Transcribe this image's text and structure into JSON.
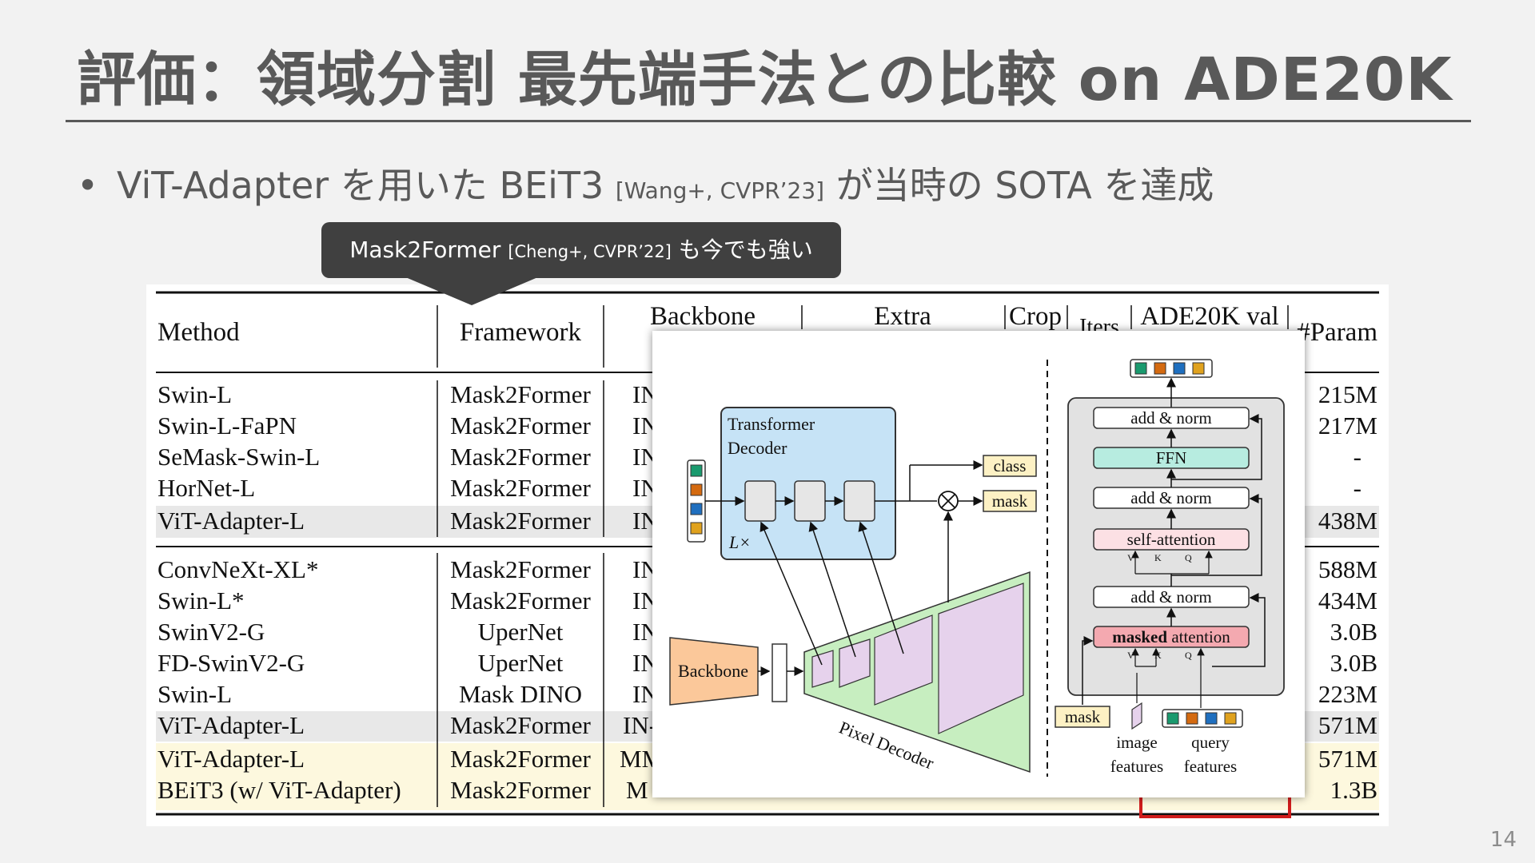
{
  "slide": {
    "title": "評価：領域分割 最先端手法との比較 on ADE20K",
    "bullet": {
      "main1": "ViT-Adapter を用いた BEiT3 ",
      "cite": "[Wang+, CVPR’23]",
      "main2": " が当時の SOTA を達成"
    },
    "callout": {
      "main1": "Mask2Former ",
      "cite": "[Cheng+, CVPR’22]",
      "main2": " も今でも強い"
    },
    "page_number": "14"
  },
  "table": {
    "headers": {
      "method": "Method",
      "framework": "Framework",
      "backbone": "Backbone",
      "extra": "Extra",
      "crop": "Crop",
      "iters": "Iters",
      "ade": "ADE20K val",
      "param": "#Param"
    },
    "group1": [
      {
        "method": "Swin-L",
        "framework": "Mask2Former",
        "backbone": "IN",
        "param": "215M"
      },
      {
        "method": "Swin-L-FaPN",
        "framework": "Mask2Former",
        "backbone": "IN",
        "param": "217M"
      },
      {
        "method": "SeMask-Swin-L",
        "framework": "Mask2Former",
        "backbone": "IN",
        "param": "-"
      },
      {
        "method": "HorNet-L",
        "framework": "Mask2Former",
        "backbone": "IN",
        "param": "-"
      },
      {
        "method": "ViT-Adapter-L",
        "framework": "Mask2Former",
        "backbone": "IN",
        "param": "438M"
      }
    ],
    "group2": [
      {
        "method": "ConvNeXt-XL*",
        "framework": "Mask2Former",
        "backbone": "IN",
        "param": "588M"
      },
      {
        "method": "Swin-L*",
        "framework": "Mask2Former",
        "backbone": "IN",
        "param": "434M"
      },
      {
        "method": "SwinV2-G",
        "framework": "UperNet",
        "backbone": "IN",
        "param": "3.0B"
      },
      {
        "method": "FD-SwinV2-G",
        "framework": "UperNet",
        "backbone": "IN",
        "param": "3.0B"
      },
      {
        "method": "Swin-L",
        "framework": "Mask DINO",
        "backbone": "IN",
        "param": "223M"
      },
      {
        "method": "ViT-Adapter-L",
        "framework": "Mask2Former",
        "backbone": "IN-",
        "param": "571M"
      },
      {
        "method": "ViT-Adapter-L",
        "framework": "Mask2Former",
        "backbone": "MM",
        "param": "571M"
      },
      {
        "method": "BEiT3 (w/ ViT-Adapter)",
        "framework": "Mask2Former",
        "backbone": "M",
        "param": "1.3B"
      }
    ]
  },
  "figure": {
    "transformer_decoder": "Transformer\nDecoder",
    "repeat": "L×",
    "class_label": "class",
    "mask_label": "mask",
    "backbone": "Backbone",
    "pixel_decoder": "Pixel Decoder",
    "block": [
      "add & norm",
      "FFN",
      "add & norm",
      "self-attention",
      "add & norm"
    ],
    "masked_bold": "masked",
    "masked_rest": " attention",
    "vkq": [
      "V",
      "K",
      "Q"
    ],
    "mask_input": "mask",
    "image_features": "image\nfeatures",
    "query_features": "query\nfeatures",
    "query_colors": [
      "#1a9a6e",
      "#d46a10",
      "#1f6fbf",
      "#e0a21e"
    ]
  }
}
